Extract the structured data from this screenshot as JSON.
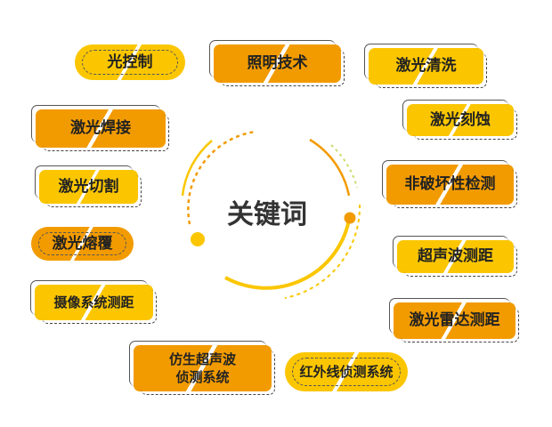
{
  "center": {
    "title": "关键词"
  },
  "keywords": [
    "光控制",
    "照明技术",
    "激光清洗",
    "激光焊接",
    "激光刻蚀",
    "激光切割",
    "非破坏性检测",
    "激光熔覆",
    "超声波测距",
    "摄像系统测距",
    "激光雷达测距",
    "仿生超声波\n侦测系统",
    "红外线侦测系统"
  ],
  "colors": {
    "yellow": "#fbc600",
    "orange": "#f29b00",
    "text": "#222222"
  }
}
